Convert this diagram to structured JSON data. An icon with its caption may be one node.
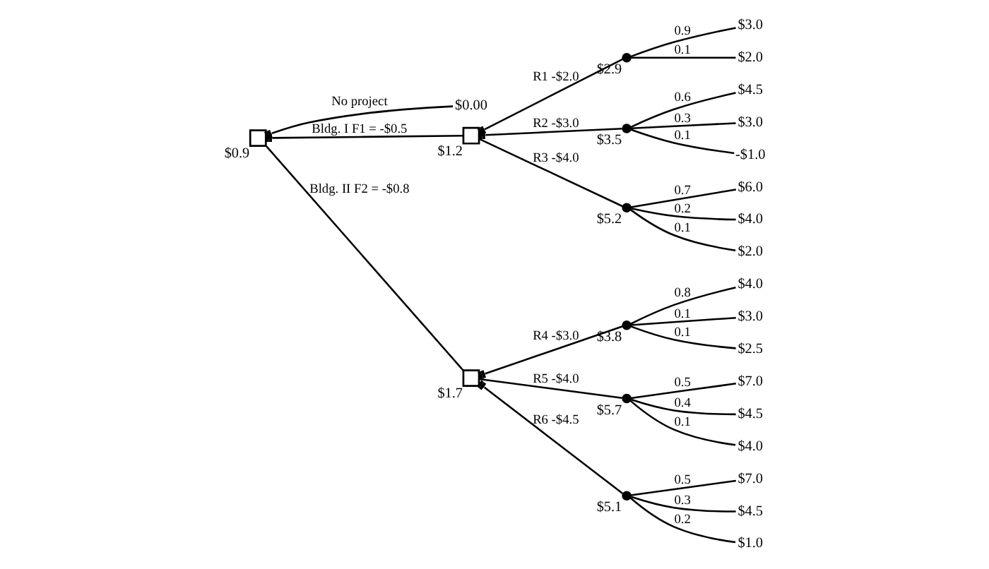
{
  "diagram": {
    "nodes": [
      {
        "text": [],
        "shape": "box",
        "beside": [
          "$0.9"
        ]
      },
      {
        "text": [
          "$0.00"
        ]
      },
      {
        "text": [],
        "shape": "box",
        "beside": [
          "$1.2"
        ]
      },
      {
        "text": [],
        "shape": "circle",
        "beside": [
          "$2.9"
        ]
      },
      {
        "text": [
          "$3.0"
        ]
      },
      {
        "text": [
          "$2.0"
        ]
      },
      {
        "text": [],
        "shape": "circle",
        "beside": [
          "$3.5"
        ]
      },
      {
        "text": [
          "$4.5"
        ]
      },
      {
        "text": [
          "$3.0"
        ]
      },
      {
        "text": [
          "-$1.0"
        ]
      },
      {
        "text": [],
        "shape": "circle",
        "beside": [
          "$5.2"
        ]
      },
      {
        "text": [
          "$6.0"
        ]
      },
      {
        "text": [
          "$4.0"
        ]
      },
      {
        "text": [
          "$2.0"
        ]
      },
      {
        "text": [],
        "shape": "box",
        "beside": [
          "$1.7"
        ]
      },
      {
        "text": [],
        "shape": "circle",
        "beside": [
          "$3.8"
        ]
      },
      {
        "text": [
          "$4.0"
        ]
      },
      {
        "text": [
          "$3.0"
        ]
      },
      {
        "text": [
          "$2.5"
        ]
      },
      {
        "text": [],
        "shape": "circle",
        "beside": [
          "$5.7"
        ]
      },
      {
        "text": [
          "$7.0"
        ]
      },
      {
        "text": [
          "$4.5"
        ]
      },
      {
        "text": [
          "$4.0"
        ]
      },
      {
        "text": [],
        "shape": "circle",
        "beside": [
          "$5.1"
        ]
      },
      {
        "text": [
          "$7.0"
        ]
      },
      {
        "text": [
          "$4.5"
        ]
      },
      {
        "text": [
          "$1.0"
        ]
      }
    ],
    "edges": [
      {
        "from": 0,
        "to": 1,
        "arrow": "other",
        "label": "No project"
      },
      {
        "from": 0,
        "to": 2,
        "arrow": "other",
        "label": "Bldg. I F1 = -$0.5"
      },
      {
        "from": 2,
        "to": 3,
        "arrow": "other",
        "label": "R1 -$2.0"
      },
      {
        "from": 3,
        "to": 4,
        "arrow": "none",
        "label": "0.9"
      },
      {
        "from": 3,
        "to": 5,
        "arrow": "none",
        "label": "0.1"
      },
      {
        "from": 2,
        "to": 6,
        "arrow": "other",
        "label": "R2 -$3.0"
      },
      {
        "from": 6,
        "to": 7,
        "arrow": "none",
        "label": "0.6"
      },
      {
        "from": 6,
        "to": 8,
        "arrow": "none",
        "label": "0.3"
      },
      {
        "from": 6,
        "to": 9,
        "arrow": "none",
        "label": "0.1"
      },
      {
        "from": 2,
        "to": 10,
        "arrow": "none",
        "label": "R3 -$4.0"
      },
      {
        "from": 10,
        "to": 11,
        "arrow": "none",
        "label": "0.7"
      },
      {
        "from": 10,
        "to": 12,
        "arrow": "none",
        "label": "0.2"
      },
      {
        "from": 10,
        "to": 13,
        "arrow": "none",
        "label": "0.1"
      },
      {
        "from": 0,
        "to": 14,
        "arrow": "none",
        "label": "Bldg. II F2 = -$0.8"
      },
      {
        "from": 14,
        "to": 15,
        "arrow": "other",
        "label": "R4 -$3.0"
      },
      {
        "from": 15,
        "to": 16,
        "arrow": "none",
        "label": "0.8"
      },
      {
        "from": 15,
        "to": 17,
        "arrow": "none",
        "label": "0.1"
      },
      {
        "from": 15,
        "to": 18,
        "arrow": "none",
        "label": "0.1"
      },
      {
        "from": 14,
        "to": 19,
        "arrow": "none",
        "label": "R5 -$4.0"
      },
      {
        "from": 19,
        "to": 20,
        "arrow": "none",
        "label": "0.5"
      },
      {
        "from": 19,
        "to": 21,
        "arrow": "none",
        "label": "0.4"
      },
      {
        "from": 19,
        "to": 22,
        "arrow": "none",
        "label": "0.1"
      },
      {
        "from": 14,
        "to": 23,
        "arrow": "other",
        "label": "R6 -$4.5"
      },
      {
        "from": 23,
        "to": 24,
        "arrow": "none",
        "label": "0.5"
      },
      {
        "from": 23,
        "to": 25,
        "arrow": "none",
        "label": "0.3"
      },
      {
        "from": 23,
        "to": 26,
        "arrow": "none",
        "label": "0.2"
      }
    ]
  }
}
